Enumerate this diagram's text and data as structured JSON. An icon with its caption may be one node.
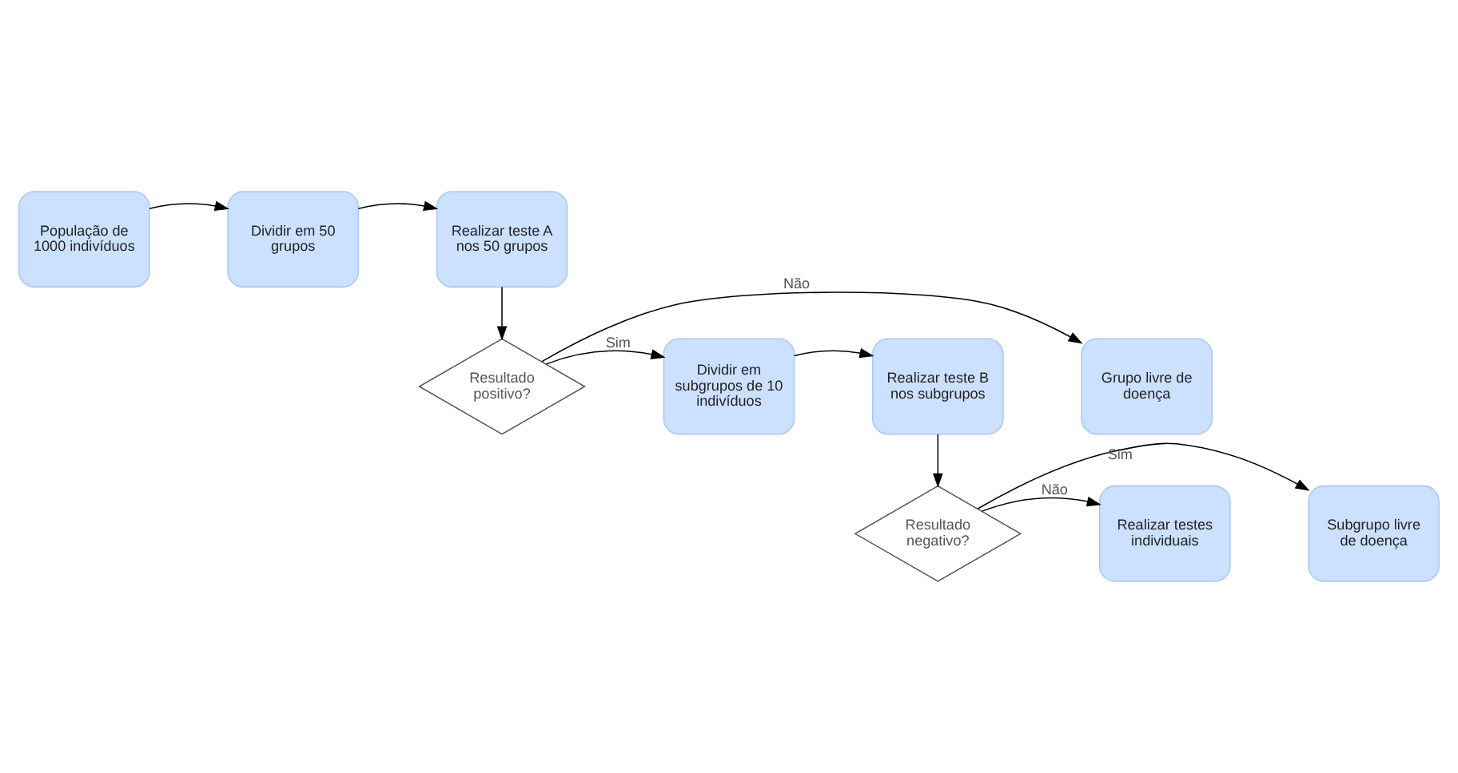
{
  "diagram": {
    "nodes": [
      {
        "text": [
          "População de 1000 indivíduos"
        ]
      },
      {
        "text": [
          "Dividir em 50 grupos"
        ]
      },
      {
        "text": [
          "Realizar teste A nos 50 grupos"
        ]
      },
      {
        "text": [
          "Resultado positivo?"
        ]
      },
      {
        "text": [
          "Grupo livre de doença"
        ]
      },
      {
        "text": [
          "Dividir em subgrupos de 10 indivíduos"
        ]
      },
      {
        "text": [
          "Realizar teste B nos subgrupos"
        ]
      },
      {
        "text": [
          "Resultado negativo?"
        ]
      },
      {
        "text": [
          "Subgrupo livre de doença"
        ]
      },
      {
        "text": [
          "Realizar testes individuais"
        ]
      }
    ],
    "edges": [
      {
        "from": 0,
        "to": 1,
        "arrow": "to"
      },
      {
        "from": 1,
        "to": 2,
        "arrow": "to"
      },
      {
        "from": 2,
        "to": 3,
        "arrow": "to"
      },
      {
        "from": 3,
        "to": 5,
        "arrow": "to",
        "label": "Sim"
      },
      {
        "from": 3,
        "to": 4,
        "arrow": "to",
        "label": "Não"
      },
      {
        "from": 5,
        "to": 6,
        "arrow": "to"
      },
      {
        "from": 6,
        "to": 7,
        "arrow": "to"
      },
      {
        "from": 7,
        "to": 8,
        "arrow": "to",
        "label": "Sim"
      },
      {
        "from": 7,
        "to": 9,
        "arrow": "to",
        "label": "Não"
      }
    ]
  }
}
